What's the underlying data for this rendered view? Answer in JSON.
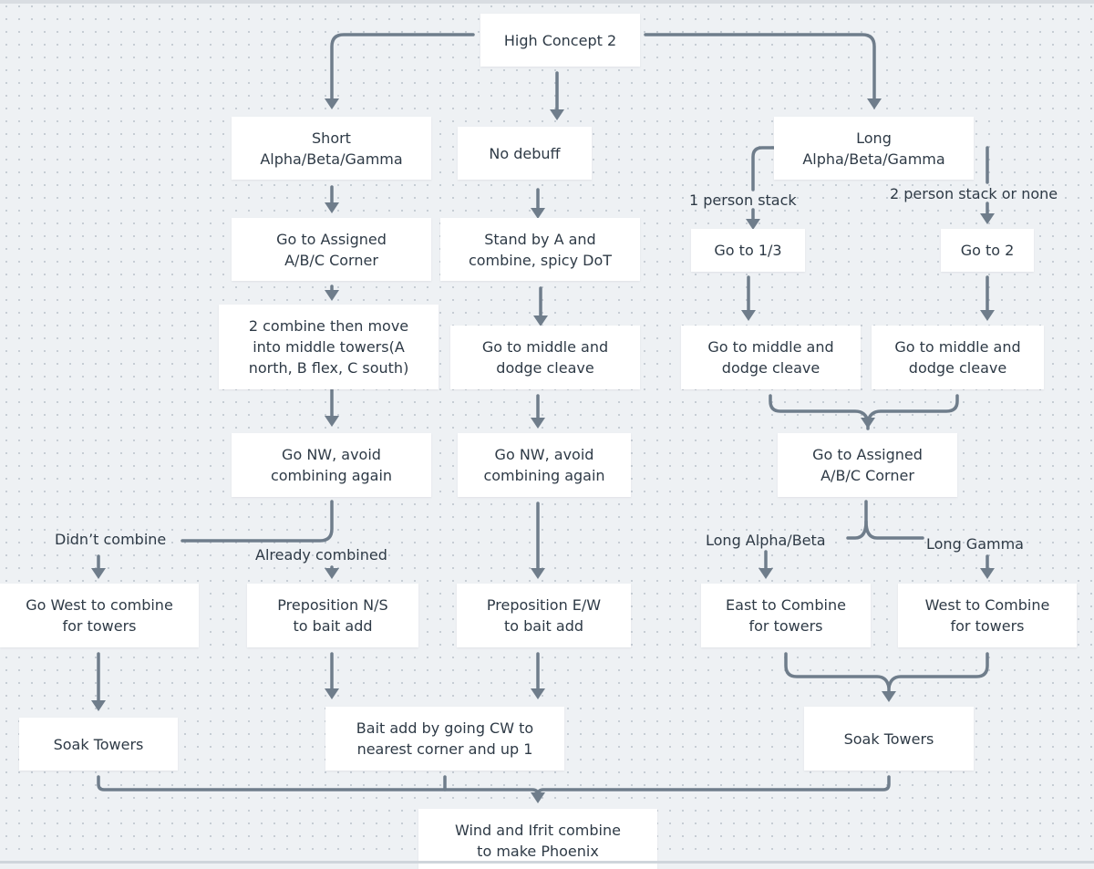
{
  "nodes": {
    "high_concept": "High Concept 2",
    "short_abg": "Short\nAlpha/Beta/Gamma",
    "no_debuff": "No debuff",
    "long_abg": "Long\nAlpha/Beta/Gamma",
    "go_assigned_short": "Go to Assigned\nA/B/C Corner",
    "stand_by_a": "Stand by A and\ncombine, spicy DoT",
    "go_1_3": "Go to 1/3",
    "go_2": "Go to 2",
    "two_combine": "2 combine then move\ninto middle towers(A\nnorth, B flex, C south)",
    "middle_dodge_1": "Go to middle and\ndodge cleave",
    "middle_dodge_2": "Go to middle and\ndodge cleave",
    "middle_dodge_3": "Go to middle and\ndodge cleave",
    "go_nw_1": "Go NW, avoid\ncombining again",
    "go_nw_2": "Go NW, avoid\ncombining again",
    "go_assigned_long": "Go to Assigned\nA/B/C Corner",
    "go_west_combine": "Go West to combine\nfor towers",
    "preposition_ns": "Preposition N/S\nto bait add",
    "preposition_ew": "Preposition E/W\nto bait add",
    "east_combine": "East to Combine\nfor towers",
    "west_combine": "West to Combine\nfor towers",
    "soak_towers_left": "Soak Towers",
    "bait_add": "Bait add by going CW to\nnearest corner and up 1",
    "soak_towers_right": "Soak Towers",
    "wind_ifrit": "Wind and Ifrit combine\nto make Phoenix"
  },
  "labels": {
    "one_person_stack": "1 person stack",
    "two_person_stack": "2 person stack or none",
    "didnt_combine": "Didn’t combine",
    "already_combined": "Already combined",
    "long_alpha_beta": "Long Alpha/Beta",
    "long_gamma": "Long Gamma"
  },
  "colors": {
    "connector": "#6f7d8b",
    "node_fill": "#ffffff",
    "text": "#2e3a46",
    "canvas": "#eef1f4"
  }
}
